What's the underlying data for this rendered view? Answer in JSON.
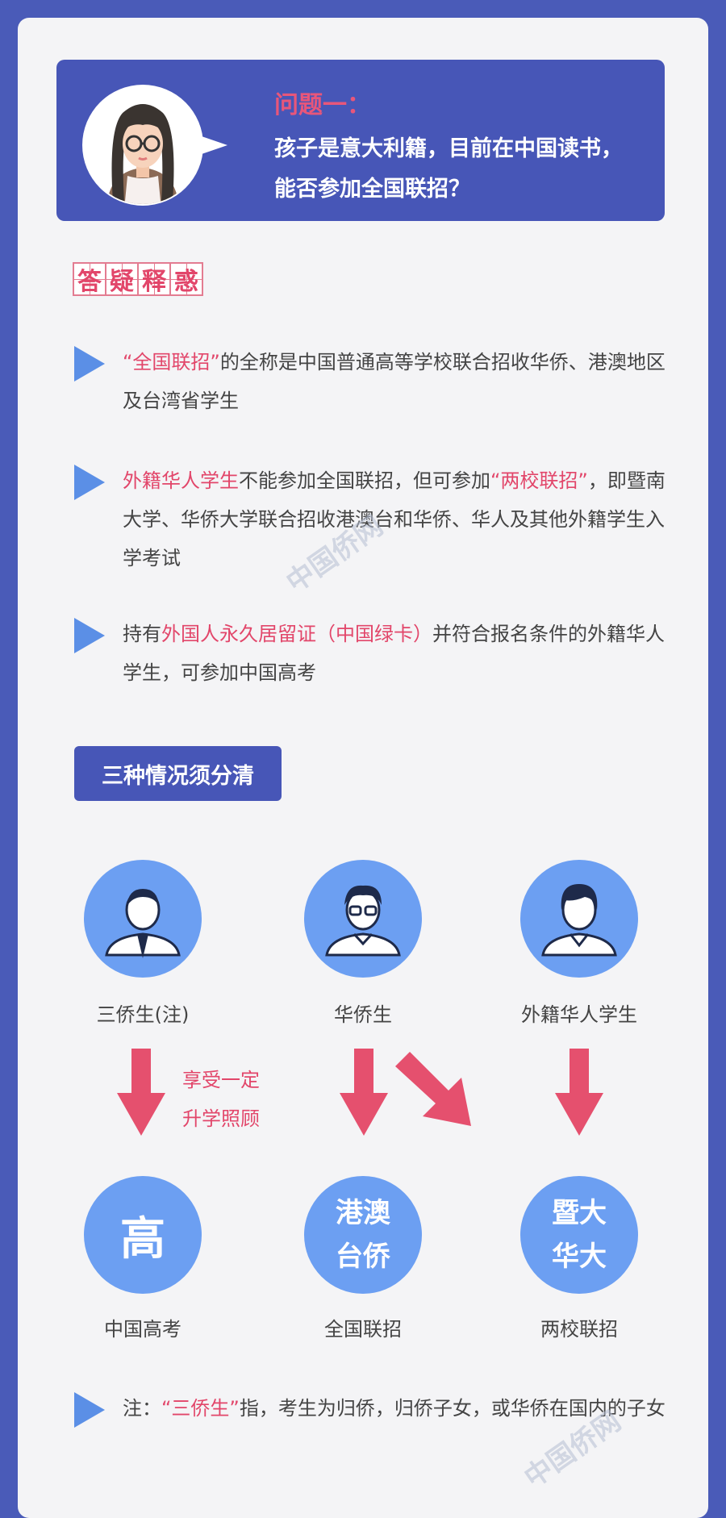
{
  "question": {
    "title": "问题一：",
    "line1": "孩子是意大利籍，目前在中国读书，",
    "line2": "能否参加全国联招？"
  },
  "stamp_chars": [
    "答",
    "疑",
    "释",
    "惑"
  ],
  "bullets": [
    {
      "parts": [
        "",
        "“全国联招”",
        "的全称是中国普通高等学校联合招收华侨、港澳地区及台湾省学生"
      ]
    },
    {
      "parts": [
        "",
        "外籍华人学生",
        "不能参加全国联招，但可参加",
        "“两校联招”",
        "，即暨南大学、华侨大学联合招收港澳台和华侨、华人及其他外籍学生入学考试"
      ]
    },
    {
      "parts": [
        "持有",
        "外国人永久居留证（中国绿卡）",
        "并符合报名条件的外籍华人学生，可参加中国高考"
      ]
    }
  ],
  "section_title": "三种情况须分清",
  "categories": [
    {
      "label": "三侨生(注)",
      "icon": "man-with-tie-icon"
    },
    {
      "label": "华侨生",
      "icon": "man-with-glasses-icon"
    },
    {
      "label": "外籍华人学生",
      "icon": "man-casual-icon"
    }
  ],
  "side_note": {
    "line1": "享受一定",
    "line2": "升学照顾"
  },
  "destinations": [
    {
      "line1": "高",
      "line2": "",
      "label": "中国高考"
    },
    {
      "line1": "港澳",
      "line2": "台侨",
      "label": "全国联招"
    },
    {
      "line1": "暨大",
      "line2": "华大",
      "label": "两校联招"
    }
  ],
  "note": {
    "parts": [
      "注：",
      "“三侨生”",
      "指，考生为归侨，归侨子女，或华侨在国内的子女"
    ]
  },
  "watermark": "中国侨网",
  "colors": {
    "primary": "#4756b7",
    "accent": "#e2466a",
    "circle": "#6c9ff2",
    "arrow": "#e5506e"
  }
}
